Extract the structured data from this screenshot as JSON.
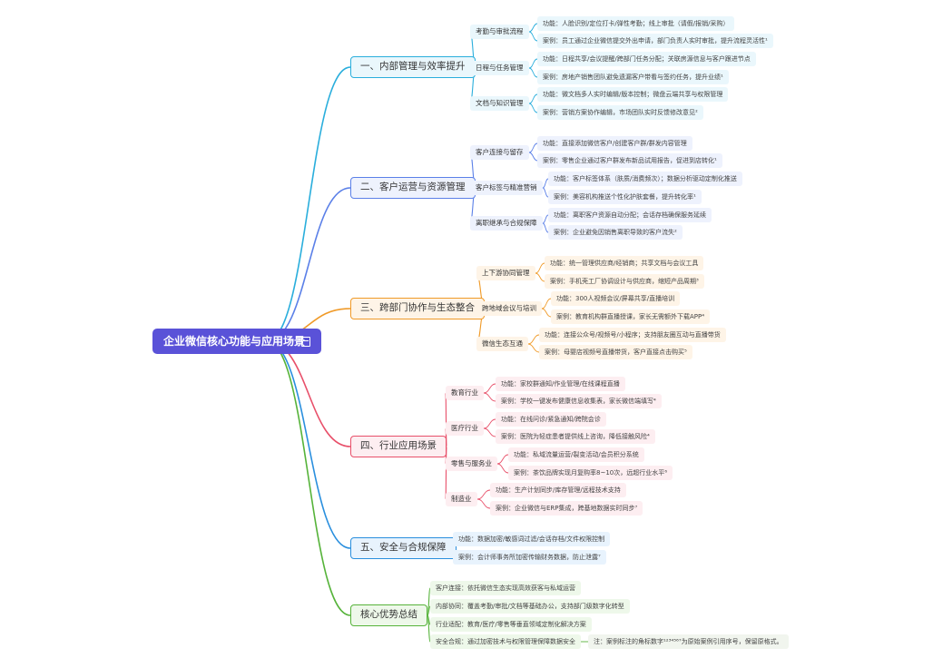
{
  "mindmap": {
    "root": "企业微信核心功能与应用场景",
    "branches": [
      {
        "title": "一、内部管理与效率提升",
        "color": "#2aaedc",
        "children": [
          {
            "title": "考勤与审批流程",
            "items": [
              "功能：人脸识别/定位打卡/弹性考勤；线上审批（请假/报销/采购）",
              "案例：员工通过企业微信提交外出申请，部门负责人实时审批，提升流程灵活性¹"
            ]
          },
          {
            "title": "日程与任务管理",
            "items": [
              "功能：日程共享/会议提醒/跨部门任务分配；关联房源信息与客户跟进节点",
              "案例：房地产销售团队避免遗漏客户带看与签约任务，提升业绩¹"
            ]
          },
          {
            "title": "文档与知识管理",
            "items": [
              "功能：微文档多人实时编辑/版本控制；微盘云端共享与权限管理",
              "案例：营销方案协作编辑，市场团队实时反馈修改意见²"
            ]
          }
        ]
      },
      {
        "title": "二、客户运营与资源管理",
        "color": "#5b80e8",
        "children": [
          {
            "title": "客户连接与留存",
            "items": [
              "功能：直接添加微信客户/创建客户群/群发内容管理",
              "案例：零售企业通过客户群发布新品试用报告，促进到店转化¹"
            ]
          },
          {
            "title": "客户标签与精准营销",
            "items": [
              "功能：客户标签体系（肤质/消费频次）；数据分析驱动定制化推送",
              "案例：美容机构推送个性化护肤套餐，提升转化率¹"
            ]
          },
          {
            "title": "离职继承与合规保障",
            "items": [
              "功能：离职客户资源自动分配；会话存档确保服务延续",
              "案例：企业避免因销售离职导致的客户流失²"
            ]
          }
        ]
      },
      {
        "title": "三、跨部门协作与生态整合",
        "color": "#f09a28",
        "children": [
          {
            "title": "上下游协同管理",
            "items": [
              "功能：统一管理供应商/经销商；共享文档与会议工具",
              "案例：手机壳工厂协调设计与供应商，缩短产品周期³"
            ]
          },
          {
            "title": "跨地域会议与培训",
            "items": [
              "功能：300人视频会议/屏幕共享/直播培训",
              "案例：教育机构群直播授课，家长无需额外下载APP⁴"
            ]
          },
          {
            "title": "微信生态互通",
            "items": [
              "功能：连接公众号/视频号/小程序；支持朋友圈互动与直播带货",
              "案例：母婴店视频号直播带货，客户直接点击购买⁵"
            ]
          }
        ]
      },
      {
        "title": "四、行业应用场景",
        "color": "#e8506a",
        "children": [
          {
            "title": "教育行业",
            "items": [
              "功能：家校群通知/作业管理/在线课程直播",
              "案例：学校一键发布健康信息收集表，家长微信端填写⁴"
            ]
          },
          {
            "title": "医疗行业",
            "items": [
              "功能：在线问诊/紧急通知/跨院会诊",
              "案例：医院为轻症患者提供线上咨询，降低接触风险⁴"
            ]
          },
          {
            "title": "零售与服务业",
            "items": [
              "功能：私域流量运营/裂变活动/会员积分系统",
              "案例：茶饮品牌实现月复购率8~10次，远超行业水平⁶"
            ]
          },
          {
            "title": "制造业",
            "items": [
              "功能：生产计划同步/库存管理/远程技术支持",
              "案例：企业微信与ERP集成，跨基地数据实时同步⁷"
            ]
          }
        ]
      },
      {
        "title": "五、安全与合规保障",
        "color": "#2a8fde",
        "children": [
          {
            "title": "功能：数据加密/敏感词过滤/会话存档/文件权限控制",
            "items": []
          },
          {
            "title": "案例：会计师事务所加密传输财务数据，防止泄露⁷",
            "items": []
          }
        ]
      },
      {
        "title": "核心优势总结",
        "color": "#56b33a",
        "children": [
          {
            "title": "客户连接：依托微信生态实现高效获客与私域运营",
            "items": []
          },
          {
            "title": "内部协同：覆盖考勤/审批/文档等基础办公，支持部门级数字化转型",
            "items": []
          },
          {
            "title": "行业适配：教育/医疗/零售等垂直领域定制化解决方案",
            "items": []
          },
          {
            "title": "安全合规：通过加密技术与权限管理保障数据安全",
            "items": [
              "注：案例标注的角标数字¹²³⁴⁵⁶⁷为原始案例引用序号，保留原格式。"
            ]
          }
        ]
      }
    ]
  }
}
